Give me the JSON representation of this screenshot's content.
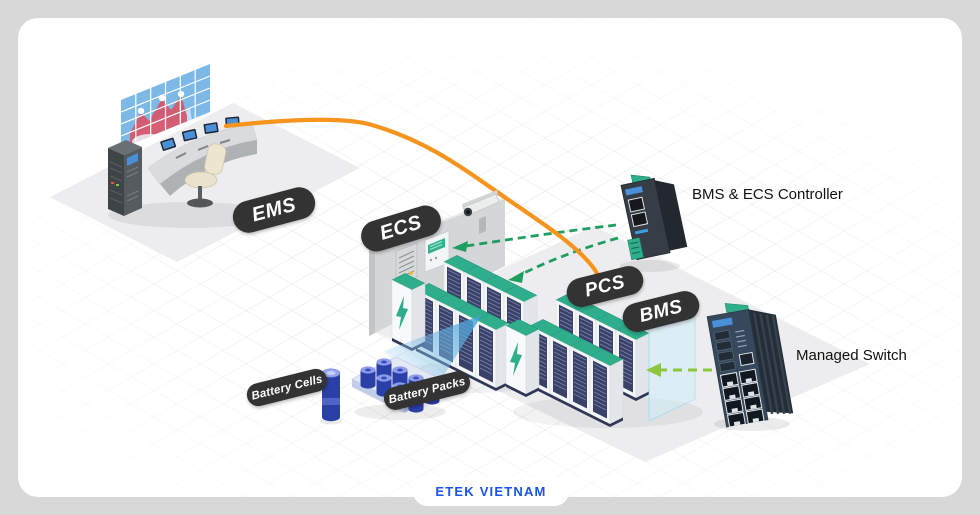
{
  "labels": {
    "ems": "EMS",
    "ecs": "ECS",
    "pcs": "PCS",
    "bms": "BMS",
    "battery_cells": "Battery Cells",
    "battery_packs": "Battery Packs"
  },
  "annotations": {
    "controller": "BMS & ECS Controller",
    "switch": "Managed Switch"
  },
  "brand": {
    "name": "ETEK VIETNAM",
    "color": "#1a53f0"
  },
  "colors": {
    "outer_background": "#d8d8d8",
    "panel_background": "#ffffff",
    "pill_background": "#333333",
    "pill_text": "#ffffff",
    "cable_orange": "#F7941E",
    "arrow_green_dark": "#1E9E60",
    "arrow_green_light": "#8CC63F",
    "cabinet_top_green": "#2FAE8C",
    "cabinet_vent_navy": "#3A4166",
    "battery_blue": "#2B3FA8",
    "beam_blue": "#3F9ED8",
    "videowall_blue": "#7CB9E6",
    "chart_red": "#D5576E",
    "device_dark": "#343B44",
    "switch_navy": "#36485C",
    "floor_gray": "#EDEDEF",
    "wall_gray": "#D4D6D8"
  }
}
